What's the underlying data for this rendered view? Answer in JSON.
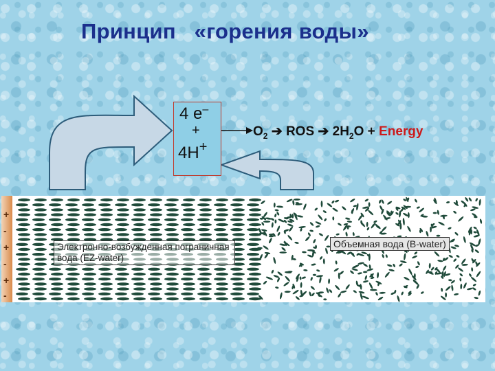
{
  "title": "Принцип   «горения воды»",
  "reaction": {
    "electrons": "4 e",
    "electron_sign": "–",
    "plus": "+",
    "protons": "4H",
    "proton_sign": "+"
  },
  "equation": {
    "o2": "O",
    "o2_sub": "2",
    "arrow1": " ➔ ",
    "ros": "ROS",
    "arrow2": " ➔ ",
    "water_pre": "2H",
    "water_sub": "2",
    "water_post": "O + ",
    "energy": "Energy"
  },
  "charges": [
    "+",
    "-",
    "+",
    "-",
    "+",
    "-"
  ],
  "ez_label": "Электронно-возбужденная пограничная вода (EZ-water)",
  "b_label": "Объемная вода (B-water)",
  "colors": {
    "title": "#1b2f8c",
    "energy": "#cc1a1a",
    "molecule": "#1f4a3a",
    "arrow_fill": "#c7d8e6"
  }
}
